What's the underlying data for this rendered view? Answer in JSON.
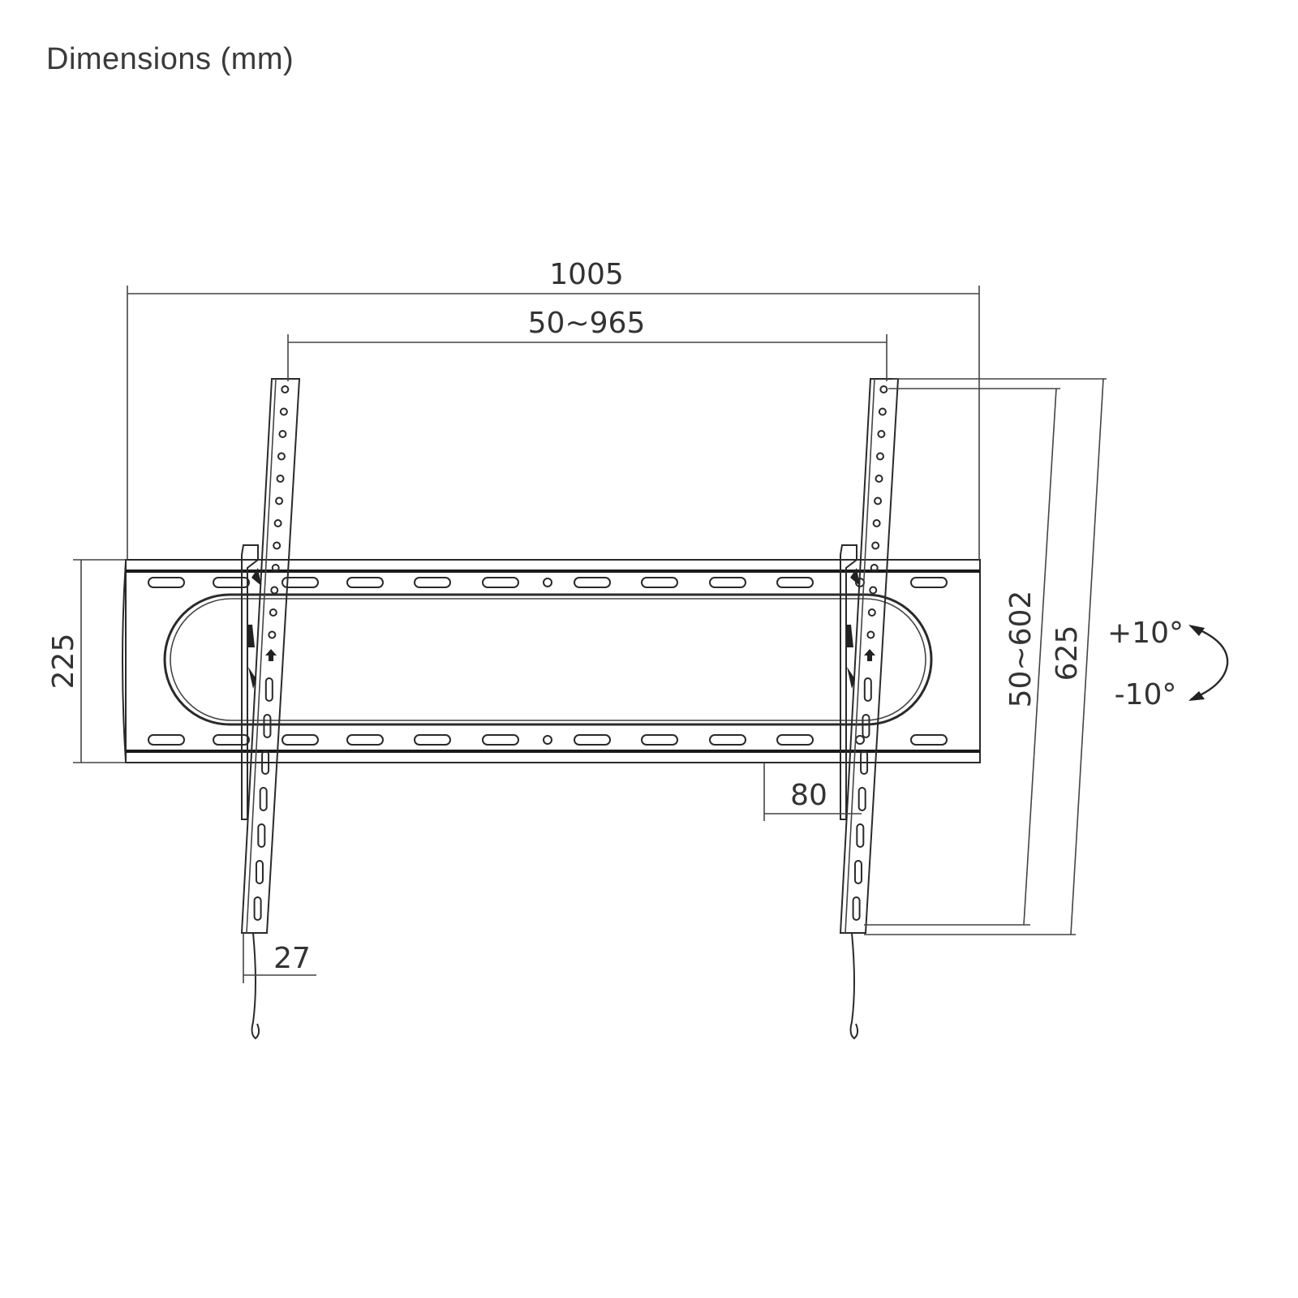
{
  "title": "Dimensions (mm)",
  "dimensions": {
    "overall_width": "1005",
    "vesa_horizontal": "50~965",
    "plate_height": "225",
    "wall_offset": "80",
    "profile_depth": "27",
    "vesa_vertical": "50~602",
    "arm_length": "625"
  },
  "tilt": {
    "up": "+10°",
    "down": "-10°"
  }
}
